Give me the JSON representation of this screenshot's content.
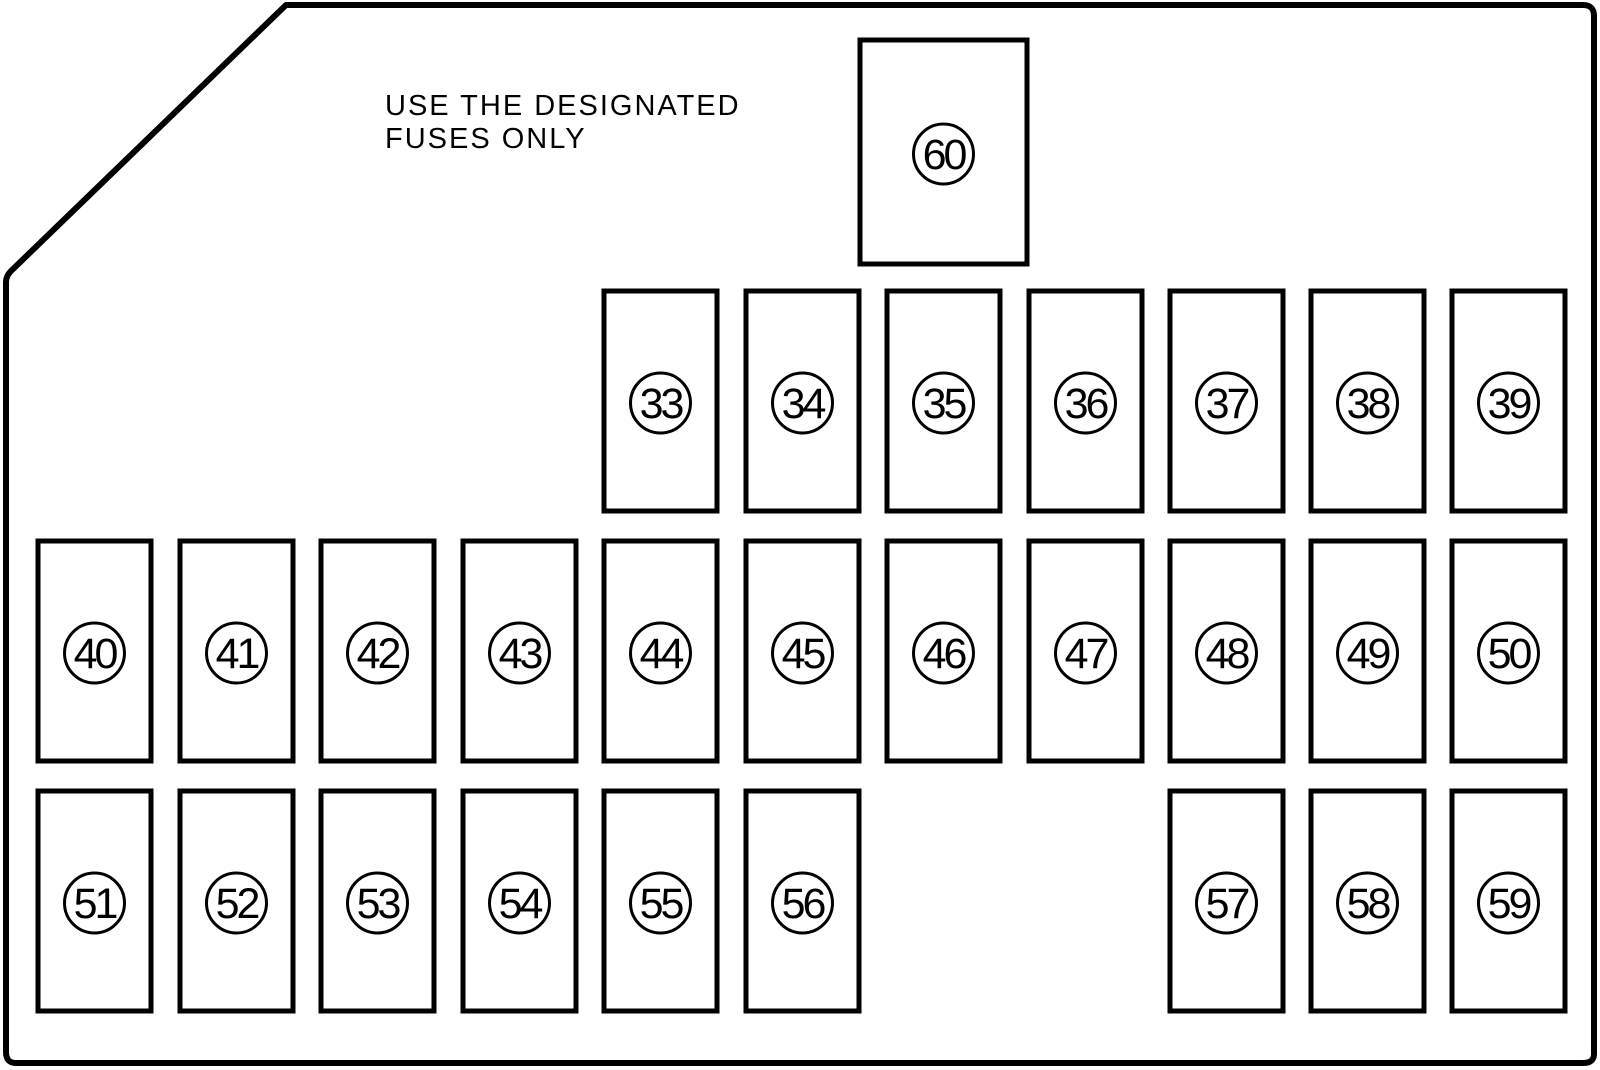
{
  "notice": {
    "line1": "USE THE DESIGNATED",
    "line2": "FUSES ONLY"
  },
  "fuses": [
    {
      "id": "fuse-60",
      "number": "60"
    },
    {
      "id": "fuse-33",
      "number": "33"
    },
    {
      "id": "fuse-34",
      "number": "34"
    },
    {
      "id": "fuse-35",
      "number": "35"
    },
    {
      "id": "fuse-36",
      "number": "36"
    },
    {
      "id": "fuse-37",
      "number": "37"
    },
    {
      "id": "fuse-38",
      "number": "38"
    },
    {
      "id": "fuse-39",
      "number": "39"
    },
    {
      "id": "fuse-40",
      "number": "40"
    },
    {
      "id": "fuse-41",
      "number": "41"
    },
    {
      "id": "fuse-42",
      "number": "42"
    },
    {
      "id": "fuse-43",
      "number": "43"
    },
    {
      "id": "fuse-44",
      "number": "44"
    },
    {
      "id": "fuse-45",
      "number": "45"
    },
    {
      "id": "fuse-46",
      "number": "46"
    },
    {
      "id": "fuse-47",
      "number": "47"
    },
    {
      "id": "fuse-48",
      "number": "48"
    },
    {
      "id": "fuse-49",
      "number": "49"
    },
    {
      "id": "fuse-50",
      "number": "50"
    },
    {
      "id": "fuse-51",
      "number": "51"
    },
    {
      "id": "fuse-52",
      "number": "52"
    },
    {
      "id": "fuse-53",
      "number": "53"
    },
    {
      "id": "fuse-54",
      "number": "54"
    },
    {
      "id": "fuse-55",
      "number": "55"
    },
    {
      "id": "fuse-56",
      "number": "56"
    },
    {
      "id": "fuse-57",
      "number": "57"
    },
    {
      "id": "fuse-58",
      "number": "58"
    },
    {
      "id": "fuse-59",
      "number": "59"
    }
  ],
  "colors": {
    "stroke": "#000000",
    "fill": "#ffffff"
  }
}
